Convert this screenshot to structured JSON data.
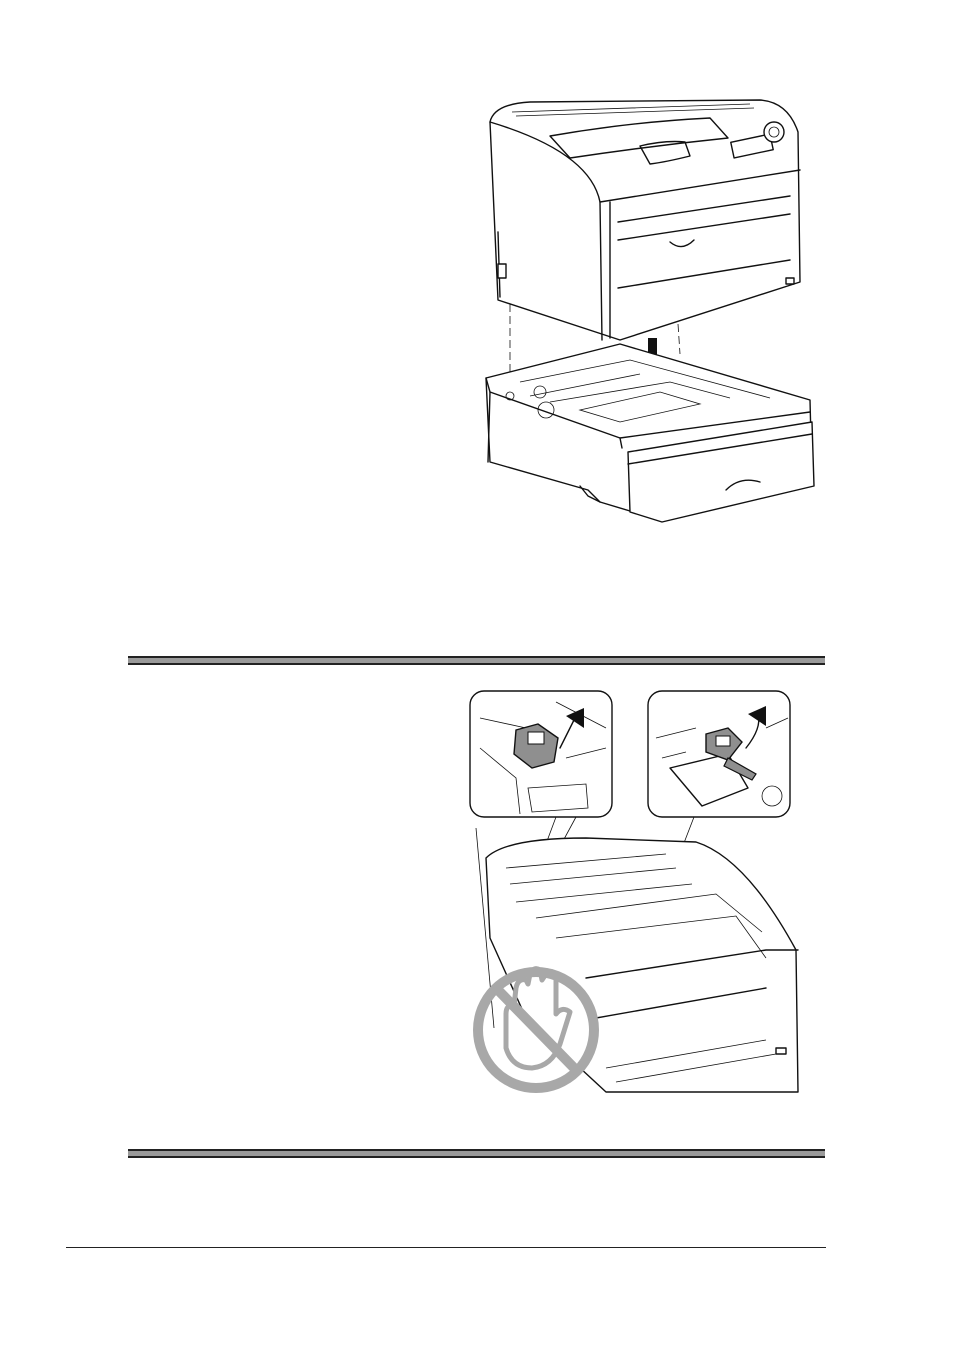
{
  "page": {
    "illustrations": [
      {
        "id": "printer-on-tray",
        "icon": "printer-install-illustration"
      },
      {
        "id": "fuser-levers",
        "icon": "fuser-lever-illustration"
      }
    ],
    "warning_icon": "do-not-touch-hand-icon",
    "colors": {
      "rule_fill": "#9a9a9a",
      "rule_line": "#222222",
      "warning_gray": "#a8a8a8",
      "lever_gray": "#8f8f8f"
    }
  }
}
